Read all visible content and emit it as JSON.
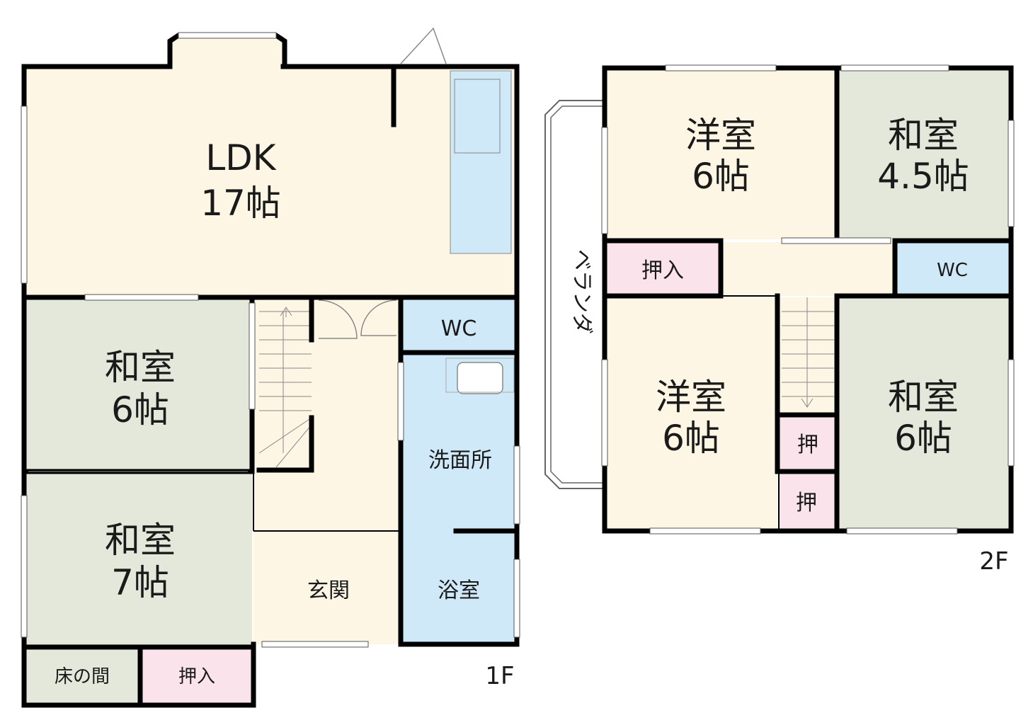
{
  "floor1": {
    "label": "1F",
    "rooms": {
      "ldk": {
        "name": "LDK",
        "size": "17帖"
      },
      "washitsu_6": {
        "name": "和室",
        "size": "6帖"
      },
      "washitsu_7": {
        "name": "和室",
        "size": "7帖"
      },
      "tokonoma": {
        "name": "床の間"
      },
      "oshiire": {
        "name": "押入"
      },
      "genkan": {
        "name": "玄関"
      },
      "wc": {
        "name": "WC"
      },
      "senmenjo": {
        "name": "洗面所"
      },
      "yokushitsu": {
        "name": "浴室"
      }
    }
  },
  "floor2": {
    "label": "2F",
    "veranda": "ベランダ",
    "rooms": {
      "yoshitsu_top": {
        "name": "洋室",
        "size": "6帖"
      },
      "washitsu_45": {
        "name": "和室",
        "size": "4.5帖"
      },
      "oshiire": {
        "name": "押入"
      },
      "wc": {
        "name": "WC"
      },
      "yoshitsu_bottom": {
        "name": "洋室",
        "size": "6帖"
      },
      "washitsu_6": {
        "name": "和室",
        "size": "6帖"
      },
      "oshi_1": {
        "name": "押"
      },
      "oshi_2": {
        "name": "押"
      }
    }
  },
  "colors": {
    "wood": "#fdf6e4",
    "tatami": "#e3e8db",
    "water": "#cfe9f8",
    "closet": "#fbe3ec",
    "wall": "#000000"
  }
}
